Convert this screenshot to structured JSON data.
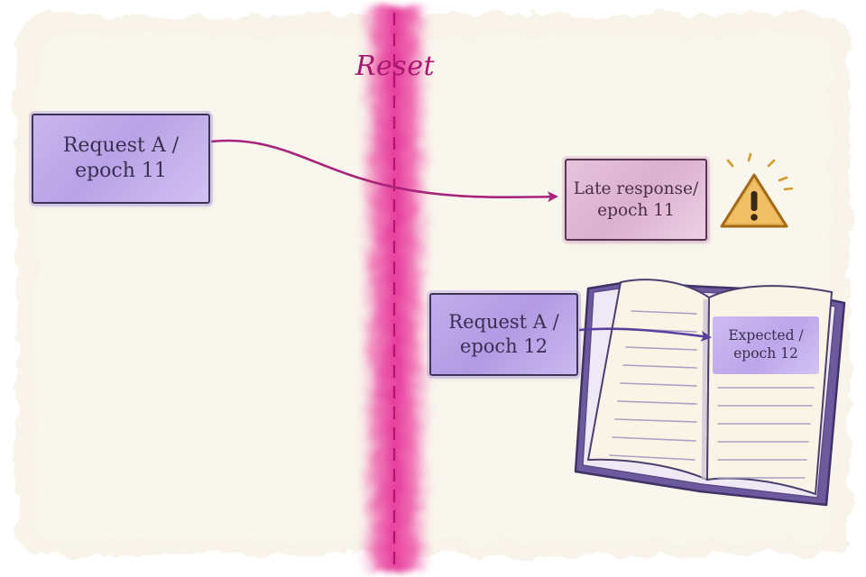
{
  "reset": {
    "label": "Reset"
  },
  "nodes": {
    "request_epoch11": {
      "line1": "Request A /",
      "line2": "epoch 11"
    },
    "late_response": {
      "line1": "Late response/",
      "line2": "epoch 11"
    },
    "request_epoch12": {
      "line1": "Request A /",
      "line2": "epoch 12"
    },
    "expected": {
      "line1": "Expected /",
      "line2": "epoch 12"
    }
  },
  "icons": {
    "warning": "warning-icon",
    "book": "open-book-icon"
  },
  "colors": {
    "reset_band": "#e6399b",
    "request_fill": "#c0aaea",
    "late_fill": "#e0b8d6",
    "arrow_magenta": "#a8237a",
    "arrow_purple": "#5b3f9e",
    "warning": "#d39a2c",
    "book_cover": "#6d5a9e"
  }
}
